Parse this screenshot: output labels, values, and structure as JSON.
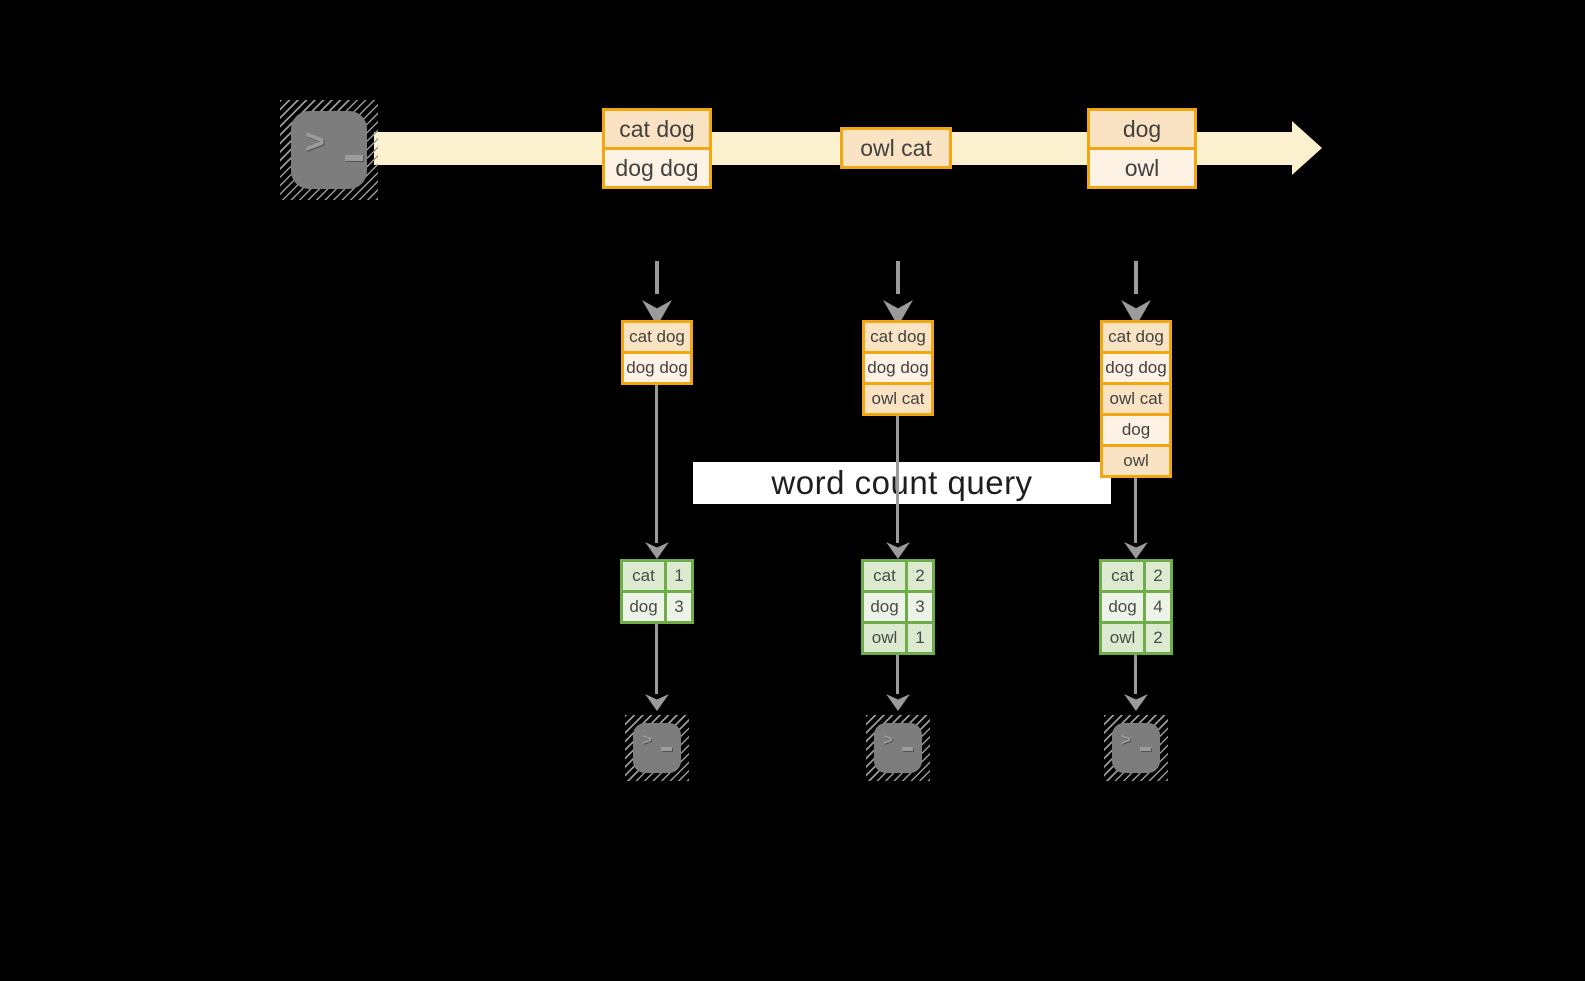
{
  "terminal": {
    "prompt": ">"
  },
  "timeline": {
    "events": [
      {
        "lines": [
          "cat dog",
          "dog dog"
        ]
      },
      {
        "lines": [
          "owl cat"
        ]
      },
      {
        "lines": [
          "dog",
          "owl"
        ]
      }
    ]
  },
  "query": {
    "label": "word count query"
  },
  "columns": [
    {
      "state": [
        "cat dog",
        "dog dog"
      ],
      "counts": [
        {
          "word": "cat",
          "value": "1"
        },
        {
          "word": "dog",
          "value": "3"
        }
      ]
    },
    {
      "state": [
        "cat dog",
        "dog dog",
        "owl cat"
      ],
      "counts": [
        {
          "word": "cat",
          "value": "2"
        },
        {
          "word": "dog",
          "value": "3"
        },
        {
          "word": "owl",
          "value": "1"
        }
      ]
    },
    {
      "state": [
        "cat dog",
        "dog dog",
        "owl cat",
        "dog",
        "owl"
      ],
      "counts": [
        {
          "word": "cat",
          "value": "2"
        },
        {
          "word": "dog",
          "value": "4"
        },
        {
          "word": "owl",
          "value": "2"
        }
      ]
    }
  ],
  "colors": {
    "background": "#000000",
    "stream_band": "#FBF1CF",
    "orange_border": "#F2A712",
    "peach_fill": "#FAE3C2",
    "cream_fill": "#FDF2E4",
    "green_border": "#6FAD4B",
    "green_dark_fill": "#DCEAD0",
    "green_light_fill": "#EEF3E8",
    "arrow_gray": "#9B9B9B",
    "terminal_gray": "#7D7D7D",
    "query_band": "#FFFFFF"
  }
}
